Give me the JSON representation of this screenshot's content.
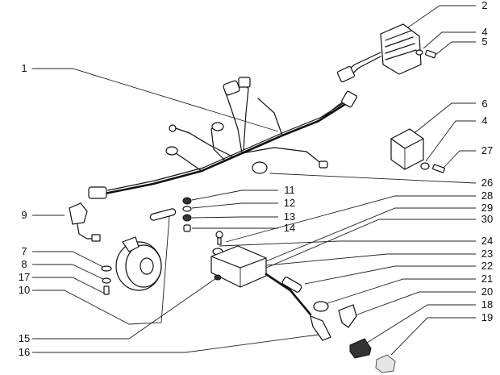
{
  "labels": {
    "l1": "1",
    "l2": "2",
    "l4a": "4",
    "l5": "5",
    "l6": "6",
    "l4b": "4",
    "l27": "27",
    "l26": "26",
    "l28": "28",
    "l29": "29",
    "l30": "30",
    "l11": "11",
    "l12": "12",
    "l13": "13",
    "l14": "14",
    "l9": "9",
    "l7": "7",
    "l8": "8",
    "l17": "17",
    "l10": "10",
    "l24": "24",
    "l23": "23",
    "l22": "22",
    "l21": "21",
    "l20": "20",
    "l18": "18",
    "l19": "19",
    "l15": "15",
    "l16": "16"
  }
}
